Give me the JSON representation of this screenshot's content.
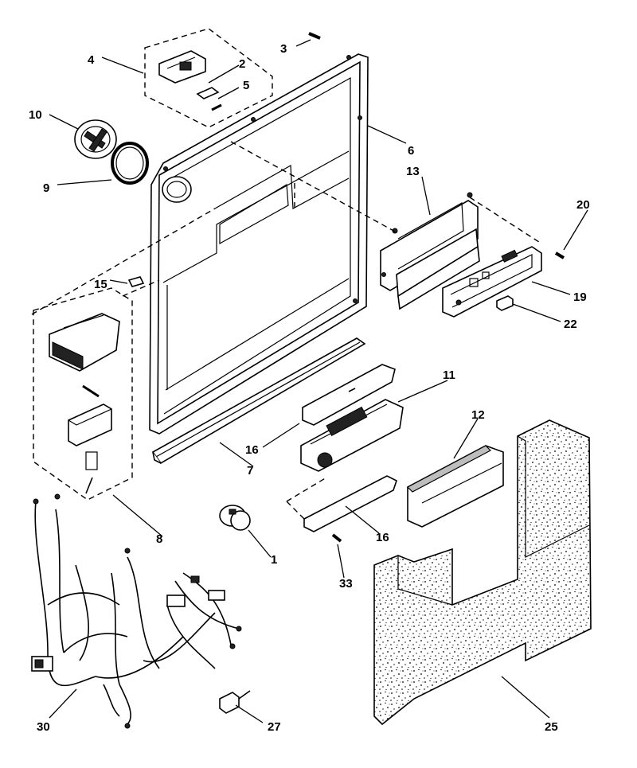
{
  "labels": {
    "p1": "1",
    "p2": "2",
    "p3": "3",
    "p4": "4",
    "p5": "5",
    "p6": "6",
    "p7": "7",
    "p8": "8",
    "p9": "9",
    "p10": "10",
    "p11": "11",
    "p12": "12",
    "p13": "13",
    "p15": "15",
    "p16a": "16",
    "p16b": "16",
    "p19": "19",
    "p20": "20",
    "p22": "22",
    "p25": "25",
    "p27": "27",
    "p30": "30",
    "p33": "33"
  }
}
